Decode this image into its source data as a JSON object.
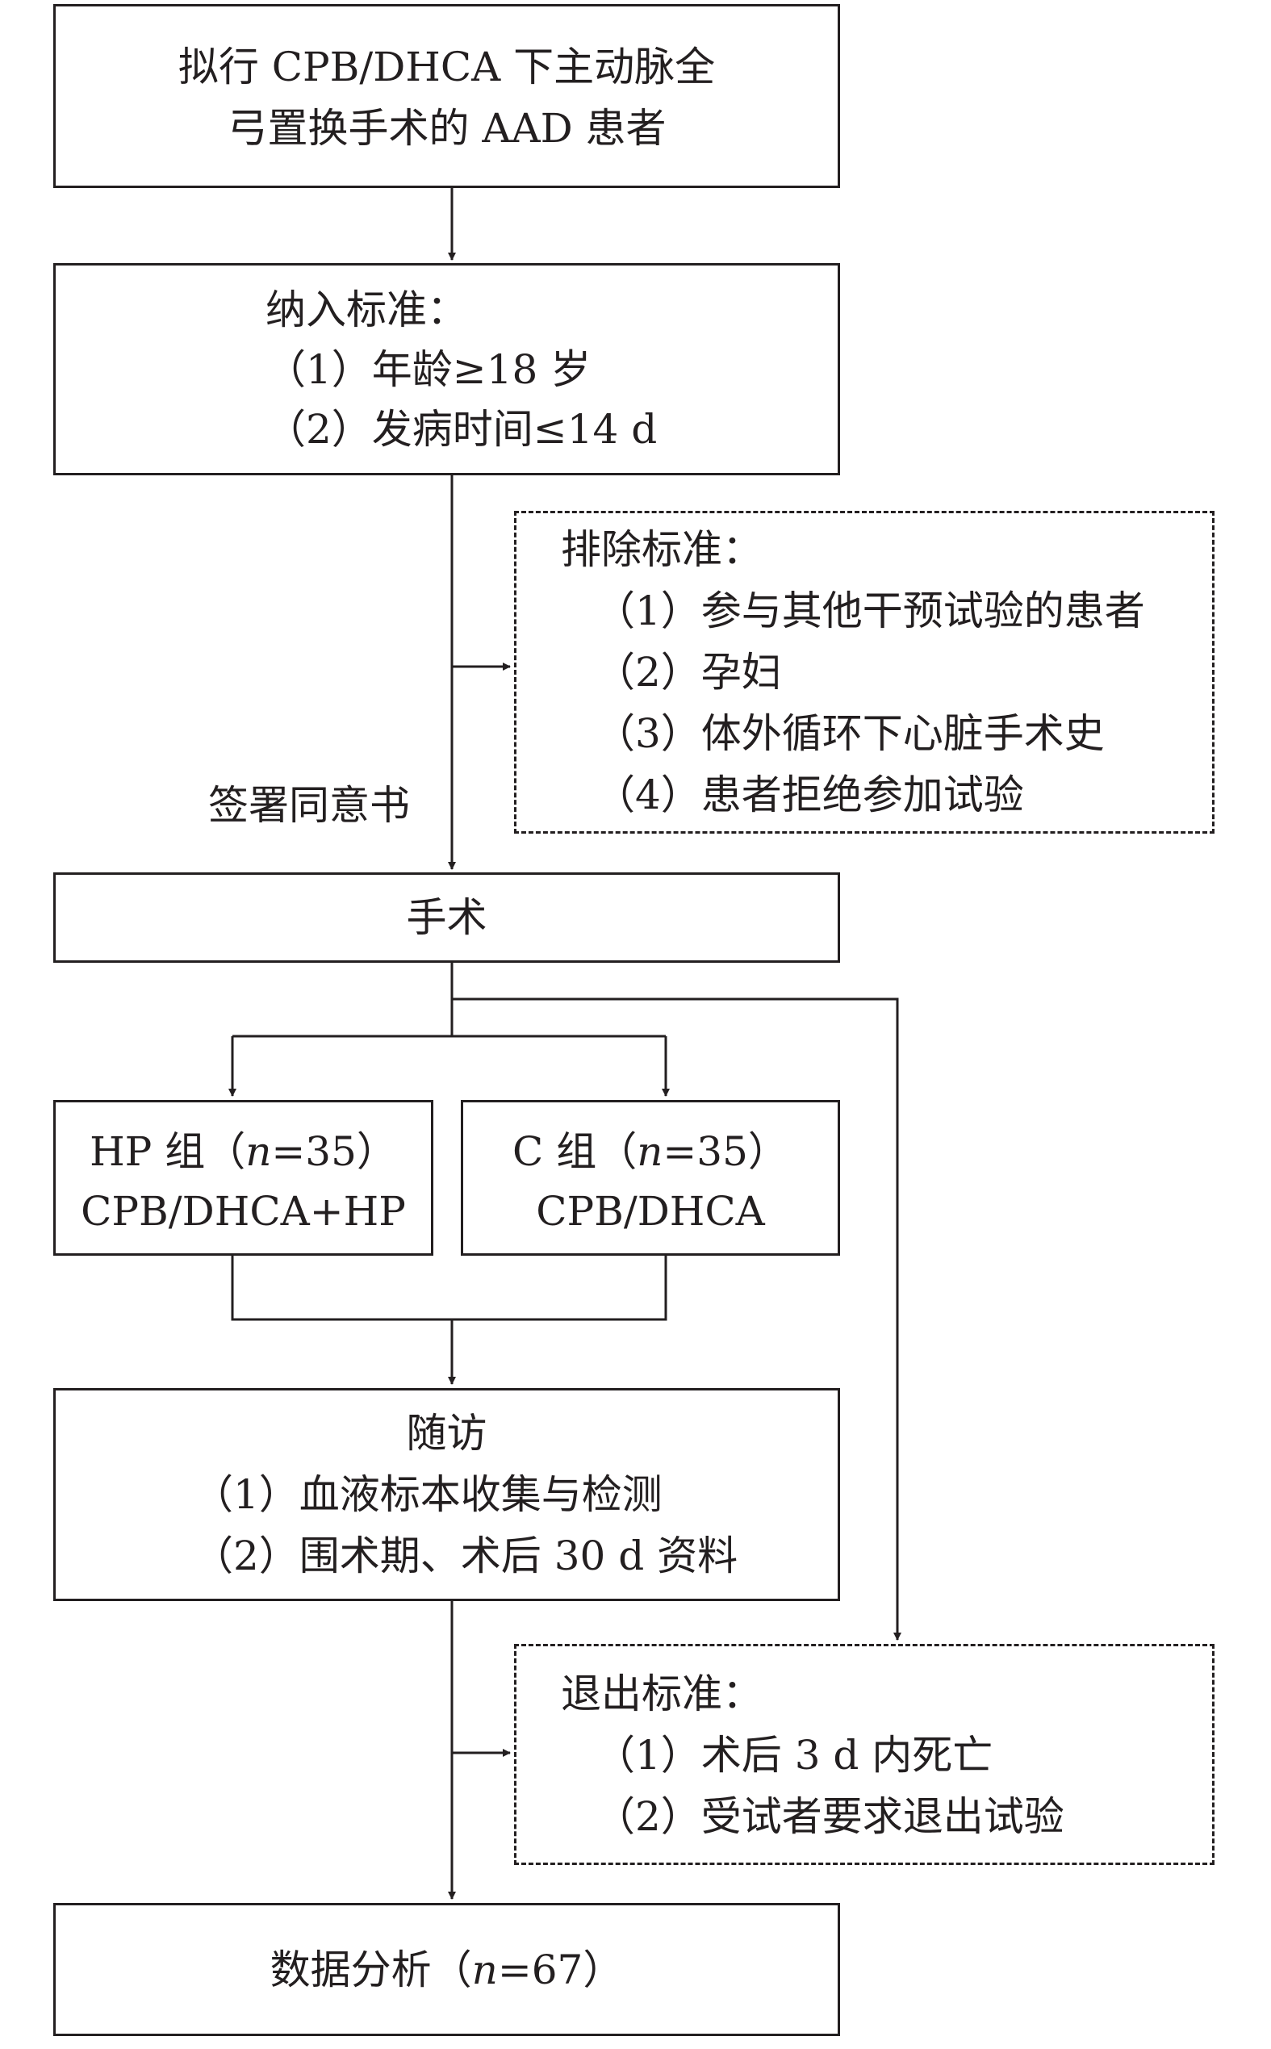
{
  "boxes": {
    "start": [
      "拟行 CPB/DHCA 下主动脉全",
      "弓置换手术的 AAD 患者"
    ],
    "inclusion": {
      "title": "纳入标准：",
      "items": [
        "（1）年龄≥18 岁",
        "（2）发病时间≤14 d"
      ]
    },
    "exclusion": {
      "title": "排除标准：",
      "items": [
        "（1）参与其他干预试验的患者",
        "（2）孕妇",
        "（3）体外循环下心脏手术史",
        "（4）患者拒绝参加试验"
      ]
    },
    "consent": "签署同意书",
    "surgery": "手术",
    "hp_group": {
      "line1_pre": "HP 组（",
      "n_symbol": "n",
      "line1_post": "=35）",
      "line2": "CPB/DHCA+HP"
    },
    "c_group": {
      "line1_pre": "C 组（",
      "n_symbol": "n",
      "line1_post": "=35）",
      "line2": "CPB/DHCA"
    },
    "followup": {
      "title": "随访",
      "items": [
        "（1）血液标本收集与检测",
        "（2）围术期、术后 30 d 资料"
      ]
    },
    "withdrawal": {
      "title": "退出标准：",
      "items": [
        "（1）术后 3 d 内死亡",
        "（2）受试者要求退出试验"
      ]
    },
    "analysis": {
      "pre": "数据分析（",
      "n_symbol": "n",
      "post": "=67）"
    }
  },
  "colors": {
    "line": "#231f20",
    "background": "#ffffff"
  }
}
